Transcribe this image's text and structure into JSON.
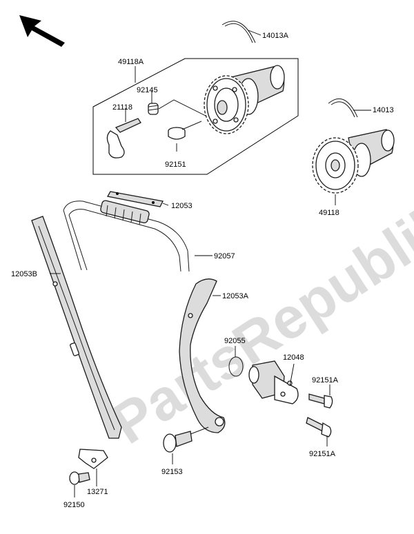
{
  "diagram": {
    "watermark": "PartsRepublik",
    "labels": {
      "p14013A": "14013A",
      "p49118A": "49118A",
      "p92145": "92145",
      "p21118": "21118",
      "p92151": "92151",
      "p14013": "14013",
      "p49118": "49118",
      "p12053": "12053",
      "p92057": "92057",
      "p12053B": "12053B",
      "p12053A": "12053A",
      "p92055": "92055",
      "p12048": "12048",
      "p92151A_1": "92151A",
      "p92151A_2": "92151A",
      "p92153": "92153",
      "p13271": "13271",
      "p92150": "92150"
    }
  }
}
